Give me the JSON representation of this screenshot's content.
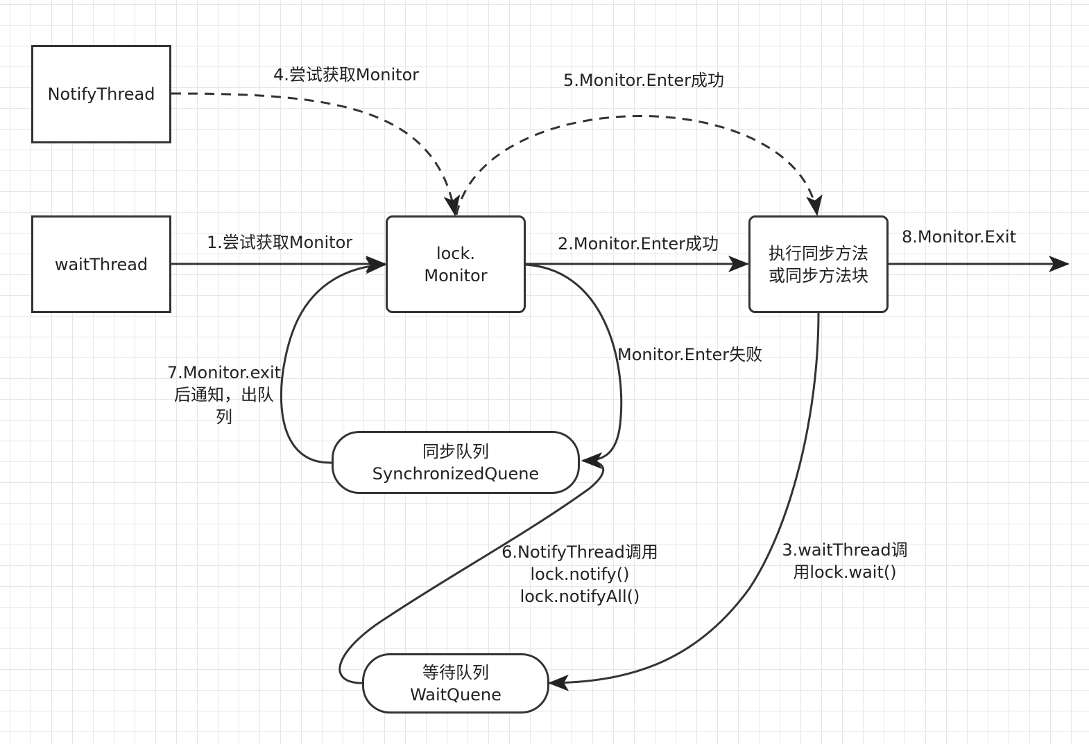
{
  "nodes": {
    "notify_thread": "NotifyThread",
    "wait_thread": "waitThread",
    "lock_monitor": "lock.\nMonitor",
    "sync_method": "执行同步方法\n或同步方法块",
    "sync_queue": "同步队列\nSynchronizedQuene",
    "wait_queue": "等待队列\nWaitQuene"
  },
  "edges": {
    "e1": "1.尝试获取Monitor",
    "e2": "2.Monitor.Enter成功",
    "e3": "3.waitThread调\n用lock.wait()",
    "e4": "4.尝试获取Monitor",
    "e5": "5.Monitor.Enter成功",
    "e6": "6.NotifyThread调用\nlock.notify()\nlock.notifyAll()",
    "e7": "7.Monitor.exit\n后通知，出队\n列",
    "e8": "8.Monitor.Exit",
    "fail": "Monitor.Enter失败"
  }
}
